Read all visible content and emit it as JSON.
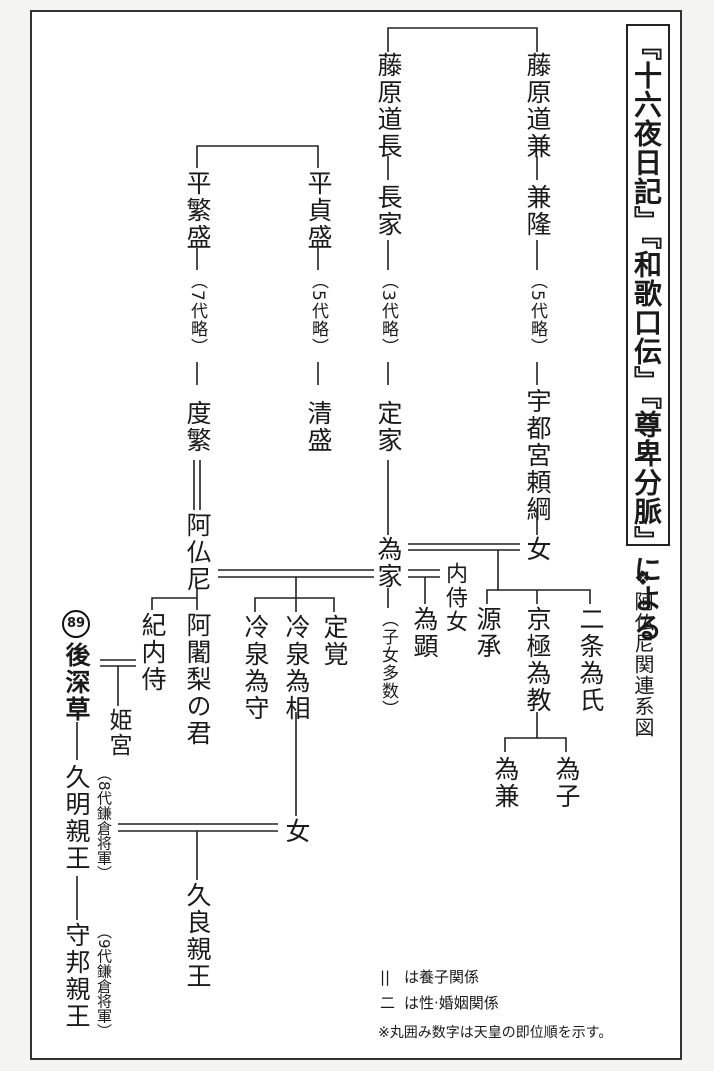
{
  "title": "『十六夜日記』『和歌口伝』『尊卑分脈』による",
  "subtitle": "❖阿仏尼関連系図",
  "persons": {
    "michikane": "藤原道兼",
    "kanetaka": "兼隆",
    "utsunomiya": "宇都宮頼綱",
    "onna1": "女",
    "michinaga": "藤原道長",
    "nagaie": "長家",
    "sadaie": "定家",
    "tameie": "為家",
    "sadamori": "平貞盛",
    "kiyomori": "清盛",
    "shigemori": "平繁盛",
    "norishige": "度繁",
    "abutsuni": "阿仏尼",
    "naishime": "内侍女",
    "tameaki": "為顕",
    "genjo": "源承",
    "tamenori": "京極為教",
    "tameuji": "二条為氏",
    "tamekane": "為兼",
    "tameko": "為子",
    "jokaku": "定覚",
    "tamesuke": "冷泉為相",
    "tamemori": "冷泉為守",
    "ajari": "阿闍梨の君",
    "kinaishi": "紀内侍",
    "gofukakusa_num": "89",
    "gofukakusa": "後深草",
    "himemiya": "姫宮",
    "hisaaki": "久明親王",
    "onna2": "女",
    "hisanaga": "久良親王",
    "morikuni": "守邦親王"
  },
  "notes": {
    "omit5a": "（5代略）",
    "omit3": "（3代略）",
    "omit5b": "（5代略）",
    "omit7": "（7代略）",
    "shijo": "（子女多数）",
    "shogun8": "（8代鎌倉将軍）",
    "shogun9": "（9代鎌倉将軍）"
  },
  "legend": {
    "adoption_symbol": "||",
    "adoption": "は養子関係",
    "marriage_symbol": "二",
    "marriage": "は性·婚姻関係",
    "footnote": "※丸囲み数字は天皇の即位順を示す。"
  }
}
